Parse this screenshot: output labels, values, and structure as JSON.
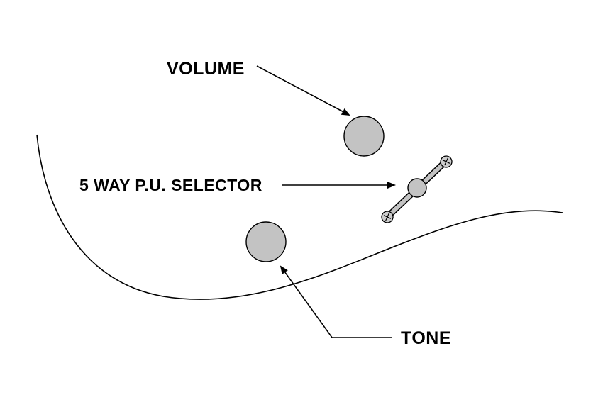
{
  "diagram": {
    "title": "guitar-controls-diagram",
    "labels": {
      "volume": "VOLUME",
      "selector": "5 WAY P.U. SELECTOR",
      "tone": "TONE"
    },
    "colors": {
      "knob_fill": "#c3c3c3",
      "lever_fill": "#c3c3c3",
      "screw_fill": "#cccccc",
      "outline": "#000000",
      "background": "#ffffff"
    }
  }
}
